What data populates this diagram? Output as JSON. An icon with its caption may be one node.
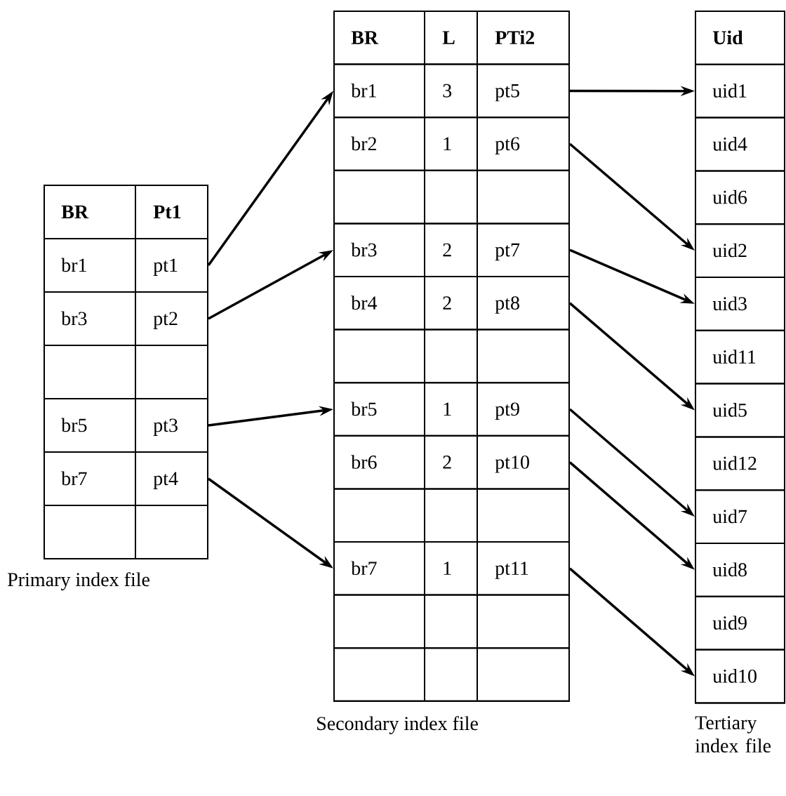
{
  "diagram": {
    "nodes": [
      {
        "text": [],
        "shape": "box",
        "beside": [
          "Primary index file"
        ]
      },
      {
        "text": [
          "BR",
          "Pt1"
        ],
        "in": 0
      },
      {
        "text": [
          "br1",
          "pt1"
        ],
        "in": 0
      },
      {
        "text": [
          "br3",
          "pt2"
        ],
        "in": 0
      },
      {
        "text": [],
        "shape": "box",
        "in": 0
      },
      {
        "text": [
          "br5",
          "pt3"
        ],
        "in": 0
      },
      {
        "text": [
          "br7",
          "pt4"
        ],
        "in": 0
      },
      {
        "text": [],
        "shape": "box",
        "in": 0
      },
      {
        "text": [],
        "shape": "box",
        "beside": [
          "Secondary index file"
        ]
      },
      {
        "text": [
          "BR",
          "L",
          "PTi2"
        ],
        "in": 8
      },
      {
        "text": [
          "br1",
          "3",
          "pt5"
        ],
        "in": 8
      },
      {
        "text": [
          "br2",
          "1",
          "pt6"
        ],
        "in": 8
      },
      {
        "text": [],
        "shape": "box",
        "in": 8
      },
      {
        "text": [
          "br3",
          "2",
          "pt7"
        ],
        "in": 8
      },
      {
        "text": [
          "br4",
          "2",
          "pt8"
        ],
        "in": 8
      },
      {
        "text": [],
        "shape": "box",
        "in": 8
      },
      {
        "text": [
          "br5",
          "1",
          "pt9"
        ],
        "in": 8
      },
      {
        "text": [
          "br6",
          "2",
          "pt10"
        ],
        "in": 8
      },
      {
        "text": [],
        "shape": "box",
        "in": 8
      },
      {
        "text": [
          "br7",
          "1",
          "pt11"
        ],
        "in": 8
      },
      {
        "text": [],
        "shape": "box",
        "in": 8
      },
      {
        "text": [],
        "shape": "box",
        "in": 8
      },
      {
        "text": [],
        "shape": "box",
        "beside": [
          "Tertiary index file"
        ]
      },
      {
        "text": [
          "Uid"
        ],
        "in": 22
      },
      {
        "text": [
          "uid1"
        ],
        "in": 22
      },
      {
        "text": [
          "uid4"
        ],
        "in": 22
      },
      {
        "text": [
          "uid6"
        ],
        "in": 22
      },
      {
        "text": [
          "uid2"
        ],
        "in": 22
      },
      {
        "text": [
          "uid3"
        ],
        "in": 22
      },
      {
        "text": [
          "uid11"
        ],
        "in": 22
      },
      {
        "text": [
          "uid5"
        ],
        "in": 22
      },
      {
        "text": [
          "uid12"
        ],
        "in": 22
      },
      {
        "text": [
          "uid7"
        ],
        "in": 22
      },
      {
        "text": [
          "uid8"
        ],
        "in": 22
      },
      {
        "text": [
          "uid9"
        ],
        "in": 22
      },
      {
        "text": [
          "uid10"
        ],
        "in": 22
      }
    ],
    "edges": [
      {
        "from": 2,
        "to": 10,
        "arrow": "to"
      },
      {
        "from": 3,
        "to": 13,
        "arrow": "to"
      },
      {
        "from": 5,
        "to": 16,
        "arrow": "to"
      },
      {
        "from": 6,
        "to": 19,
        "arrow": "to"
      },
      {
        "from": 10,
        "to": 24,
        "arrow": "to"
      },
      {
        "from": 11,
        "to": 27,
        "arrow": "to"
      },
      {
        "from": 13,
        "to": 28,
        "arrow": "to"
      },
      {
        "from": 14,
        "to": 30,
        "arrow": "to"
      },
      {
        "from": 16,
        "to": 32,
        "arrow": "to"
      },
      {
        "from": 17,
        "to": 33,
        "arrow": "to"
      },
      {
        "from": 19,
        "to": 35,
        "arrow": "to"
      }
    ]
  }
}
